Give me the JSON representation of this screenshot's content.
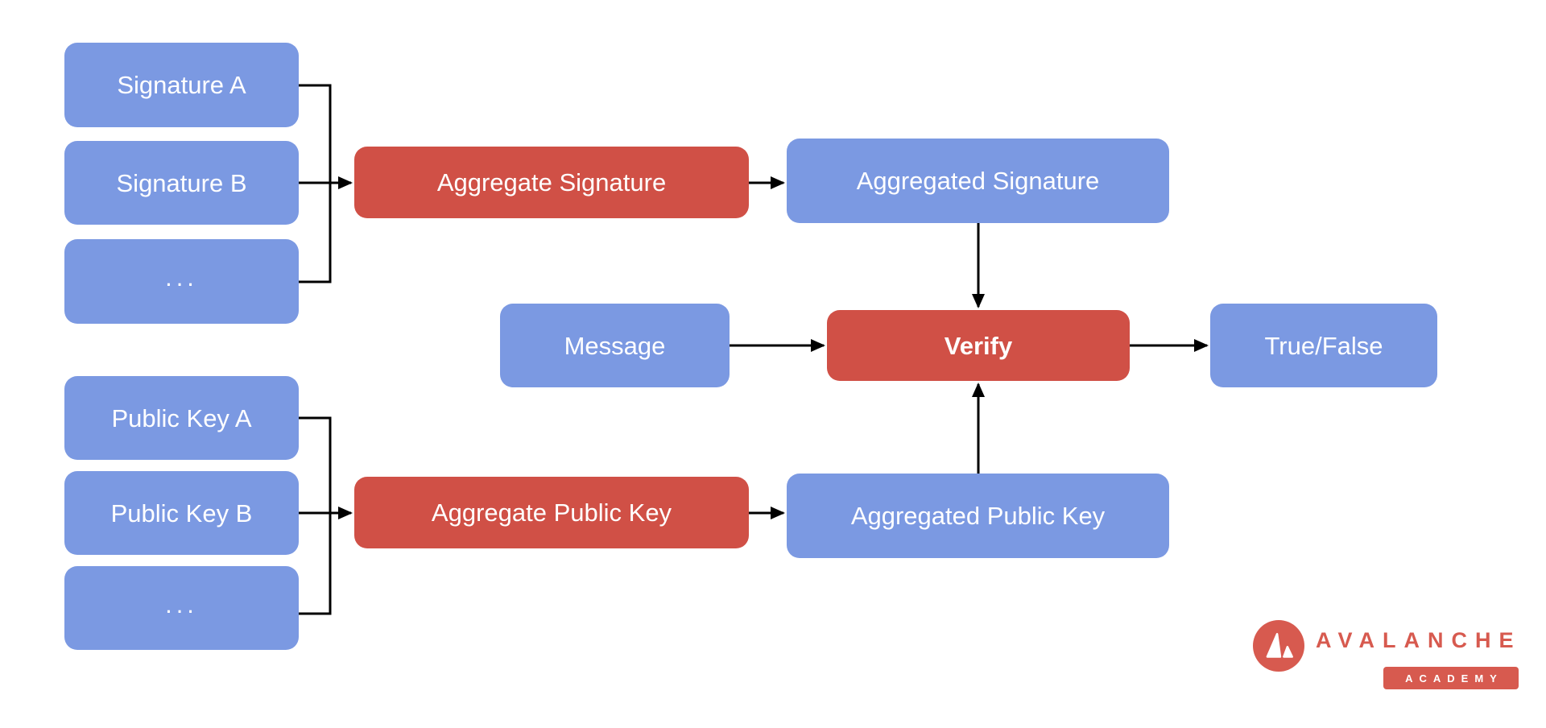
{
  "diagram": {
    "description": "BLS signature aggregation and verification flow",
    "colors": {
      "node_blue": "#7b99e2",
      "node_red": "#d05046",
      "arrow_black": "#000000",
      "logo_red": "#d75a4f",
      "background": "#ffffff",
      "node_text": "#ffffff"
    },
    "nodes": {
      "signature_a": "Signature A",
      "signature_b": "Signature B",
      "signature_more": "...",
      "aggregate_signature": "Aggregate Signature",
      "aggregated_signature": "Aggregated Signature",
      "message": "Message",
      "verify": "Verify",
      "true_false": "True/False",
      "public_key_a": "Public Key A",
      "public_key_b": "Public Key B",
      "public_key_more": "...",
      "aggregate_public_key": "Aggregate Public Key",
      "aggregated_public_key": "Aggregated Public Key"
    },
    "edges": [
      "signatures -> aggregate_signature",
      "aggregate_signature -> aggregated_signature",
      "aggregated_signature -> verify",
      "message -> verify",
      "public_keys -> aggregate_public_key",
      "aggregate_public_key -> aggregated_public_key",
      "aggregated_public_key -> verify",
      "verify -> true_false"
    ],
    "logo": {
      "brand": "AVALANCHE",
      "badge": "ACADEMY"
    }
  }
}
